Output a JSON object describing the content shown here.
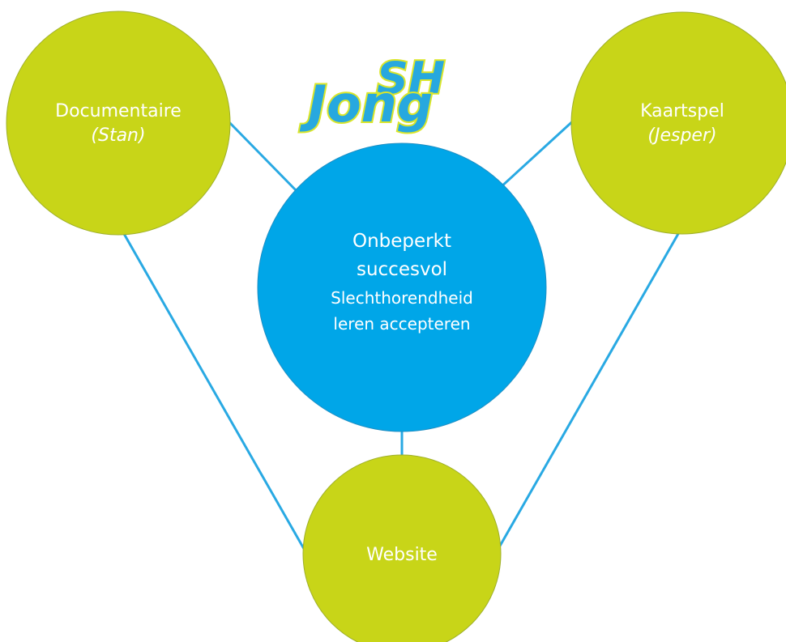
{
  "colors": {
    "outer_node": "#c8d518",
    "center_node": "#00a6e8",
    "connector": "#29a9e3",
    "logo_yellow": "#dbe62a",
    "logo_blue": "#27a8df",
    "logo_outline": "#1b3a6e"
  },
  "logo": {
    "line1": "SH",
    "line2": "Jong"
  },
  "center": {
    "line1": "Onbeperkt",
    "line2": "succesvol",
    "line3": "Slechthorendheid",
    "line4": "leren accepteren"
  },
  "nodes": {
    "left": {
      "title": "Documentaire",
      "person": "(Stan)"
    },
    "right": {
      "title": "Kaartspel",
      "person": "(Jesper)"
    },
    "bottom": {
      "title": "Website"
    }
  }
}
